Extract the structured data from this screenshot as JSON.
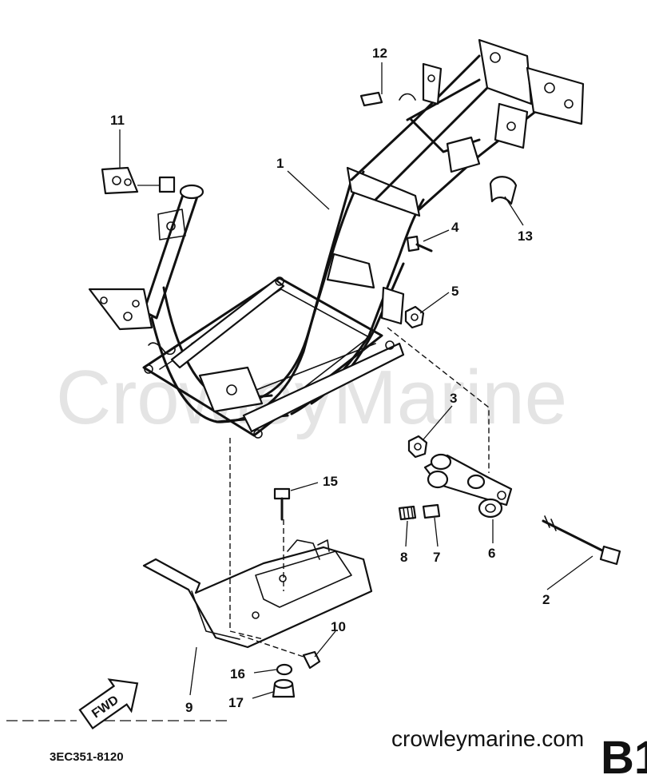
{
  "watermark": "CrowleyMarine",
  "site_label": "crowleymarine.com",
  "diagram_code": "3EC351-8120",
  "section_label": "B1",
  "fwd_label": "FWD",
  "callouts": [
    {
      "id": "1",
      "label": "1"
    },
    {
      "id": "2",
      "label": "2"
    },
    {
      "id": "3",
      "label": "3"
    },
    {
      "id": "4",
      "label": "4"
    },
    {
      "id": "5",
      "label": "5"
    },
    {
      "id": "6",
      "label": "6"
    },
    {
      "id": "7",
      "label": "7"
    },
    {
      "id": "8",
      "label": "8"
    },
    {
      "id": "9",
      "label": "9"
    },
    {
      "id": "10",
      "label": "10"
    },
    {
      "id": "11",
      "label": "11"
    },
    {
      "id": "12",
      "label": "12"
    },
    {
      "id": "13",
      "label": "13"
    },
    {
      "id": "15",
      "label": "15"
    },
    {
      "id": "16",
      "label": "16"
    },
    {
      "id": "17",
      "label": "17"
    }
  ]
}
